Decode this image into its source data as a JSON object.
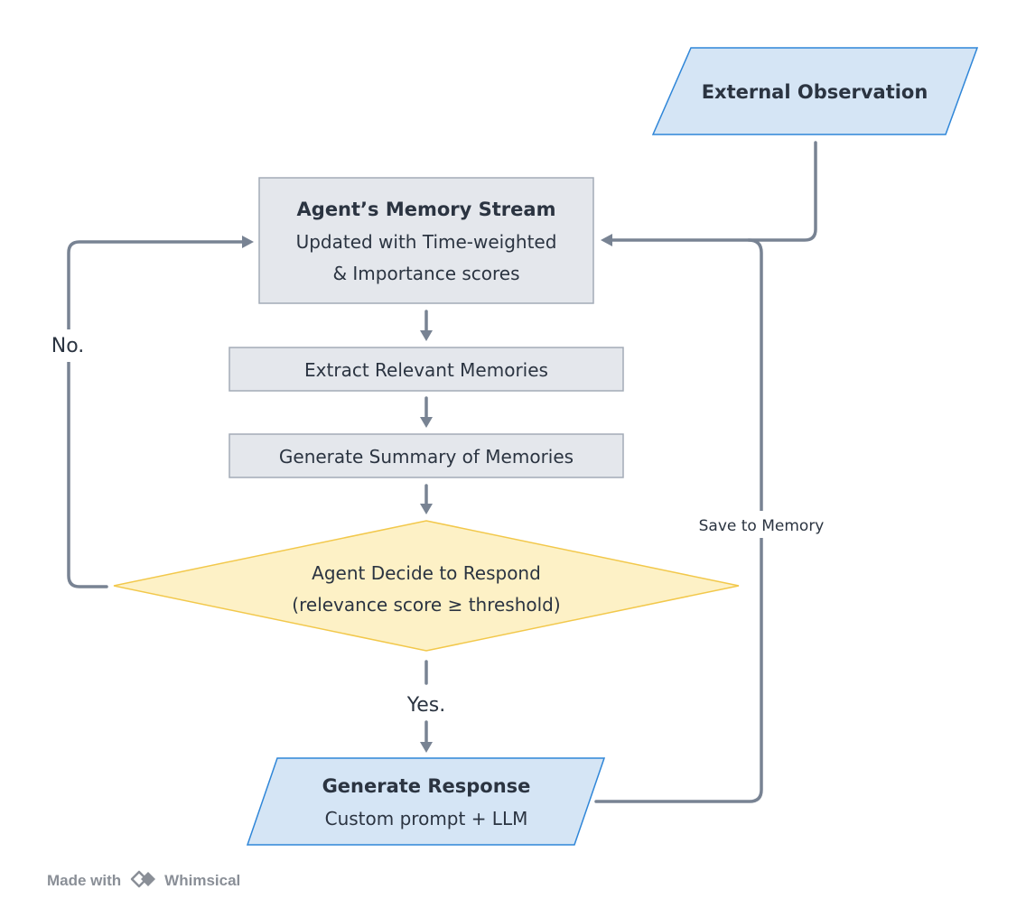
{
  "nodes": {
    "external_observation": {
      "title": "External Observation"
    },
    "memory_stream": {
      "title": "Agent’s Memory Stream",
      "line1": "Updated with Time-weighted",
      "line2": "& Importance scores"
    },
    "extract": {
      "label": "Extract Relevant Memories"
    },
    "summary": {
      "label": "Generate Summary of Memories"
    },
    "decide": {
      "line1": "Agent Decide to Respond",
      "line2": "(relevance score ≥ threshold)"
    },
    "response": {
      "title": "Generate Response",
      "line1": "Custom prompt + LLM"
    }
  },
  "edges": {
    "no_label": "No.",
    "yes_label": "Yes.",
    "save_label": "Save to Memory"
  },
  "footer": {
    "prefix": "Made with",
    "brand": "Whimsical"
  },
  "colors": {
    "process_fill": "#e4e7ec",
    "process_stroke": "#a3abb7",
    "io_fill": "#d5e5f5",
    "io_stroke": "#2f86d8",
    "decision_fill": "#fdf1c6",
    "decision_stroke": "#f2c84b",
    "edge": "#788393"
  }
}
